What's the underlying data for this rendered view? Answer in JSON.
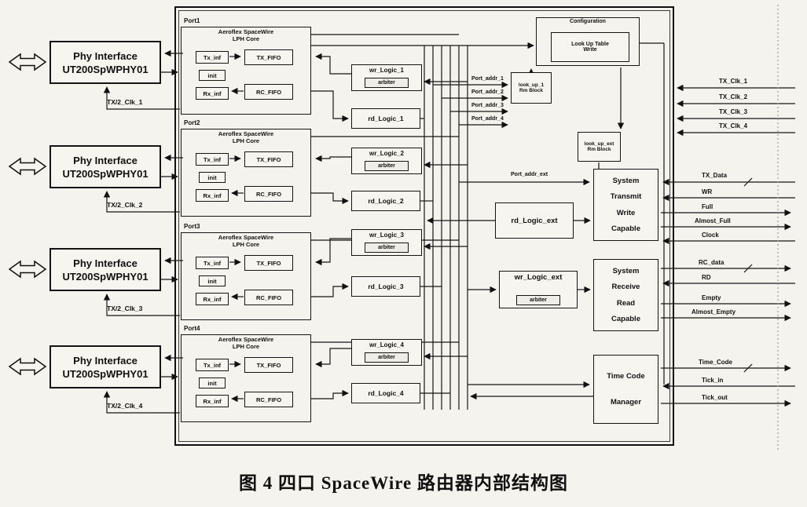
{
  "caption": "图 4  四口 SpaceWire 路由器内部结构图",
  "phy": {
    "line1": "Phy Interface",
    "line2": "UT200SpWPHY01",
    "clks": [
      "TX/2_Clk_1",
      "TX/2_Clk_2",
      "TX/2_Clk_3",
      "TX/2_Clk_4"
    ]
  },
  "ports": [
    {
      "label": "Port1",
      "wr": "wr_Logic_1",
      "rd": "rd_Logic_1"
    },
    {
      "label": "Port2",
      "wr": "wr_Logic_2",
      "rd": "rd_Logic_2"
    },
    {
      "label": "Port3",
      "wr": "wr_Logic_3",
      "rd": "rd_Logic_3"
    },
    {
      "label": "Port4",
      "wr": "wr_Logic_4",
      "rd": "rd_Logic_4"
    }
  ],
  "core": {
    "title1": "Aeroflex SpaceWire",
    "title2": "LPH Core",
    "tx_inf": "Tx_inf",
    "init": "init",
    "rx_inf": "Rx_inf",
    "tx_fifo": "TX_FIFO",
    "rc_fifo": "RC_FIFO"
  },
  "arbiter": "arbiter",
  "config": {
    "title": "Configuration",
    "lut1": "Look Up Table",
    "lut2": "Write",
    "lookup1_1": "look_up_1",
    "lookup1_2": "Rm Block",
    "lookupext_1": "look_up_ext",
    "lookupext_2": "Rm Block",
    "port_addrs": [
      "Port_addr_1",
      "Port_addr_2",
      "Port_addr_3",
      "Port_addr_4"
    ],
    "port_addr_ext": "Port_addr_ext",
    "rd_ext": "rd_Logic_ext",
    "wr_ext": "wr_Logic_ext"
  },
  "blocks": {
    "transmit1": "System",
    "transmit2": "Transmit",
    "transmit3": "Write",
    "transmit4": "Capable",
    "receive1": "System",
    "receive2": "Receive",
    "receive3": "Read",
    "receive4": "Capable",
    "timecode1": "Time Code",
    "timecode2": "Manager"
  },
  "signals": {
    "tx_clks": [
      "TX_Clk_1",
      "TX_Clk_2",
      "TX_Clk_3",
      "TX_Clk_4"
    ],
    "tx_data": "TX_Data",
    "wr": "WR",
    "full": "Full",
    "almost_full": "Almost_Full",
    "clock": "Clock",
    "rc_data": "RC_data",
    "rd": "RD",
    "empty": "Empty",
    "almost_empty": "Almost_Empty",
    "time_code": "Time_Code",
    "tick_in": "Tick_in",
    "tick_out": "Tick_out"
  }
}
